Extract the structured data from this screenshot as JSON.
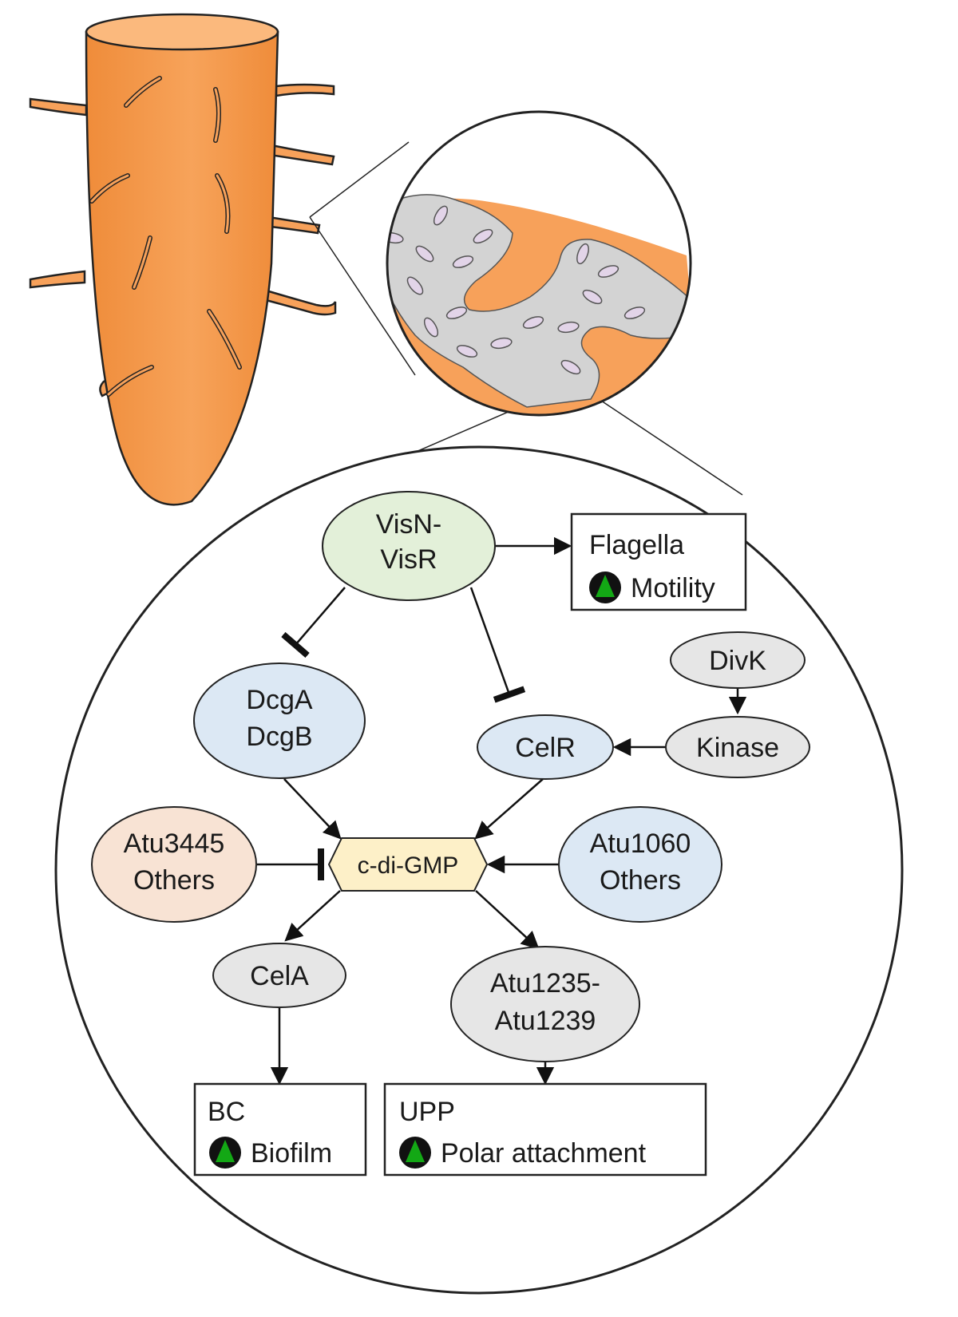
{
  "nodes": {
    "visn_visr": {
      "line1": "VisN-",
      "line2": "VisR",
      "color": "#e3f0d9"
    },
    "dcga_dcgb": {
      "line1": "DcgA",
      "line2": "DcgB",
      "color": "#dce8f4"
    },
    "celr": {
      "label": "CelR",
      "color": "#dce8f4"
    },
    "divk": {
      "label": "DivK",
      "color": "#e6e6e6"
    },
    "kinase": {
      "label": "Kinase",
      "color": "#e6e6e6"
    },
    "cdigmp": {
      "label": "c-di-GMP",
      "color": "#fdf0c8"
    },
    "atu3445": {
      "line1": "Atu3445",
      "line2": "Others",
      "color": "#f8e3d4"
    },
    "atu1060": {
      "line1": "Atu1060",
      "line2": "Others",
      "color": "#dce8f4"
    },
    "cela": {
      "label": "CelA",
      "color": "#e6e6e6"
    },
    "atu1235": {
      "line1": "Atu1235-",
      "line2": "Atu1239",
      "color": "#e6e6e6"
    }
  },
  "boxes": {
    "flagella": {
      "title": "Flagella",
      "phenotype": "Motility"
    },
    "bc": {
      "title": "BC",
      "phenotype": "Biofilm"
    },
    "upp": {
      "title": "UPP",
      "phenotype": "Polar attachment"
    }
  },
  "colors": {
    "root": "#f7a15a",
    "root_dark": "#e8893c",
    "matrix": "#d3d3d3",
    "bacterium": "#e2d4e8",
    "up_arrow": "#13a815",
    "outline": "#222222"
  }
}
